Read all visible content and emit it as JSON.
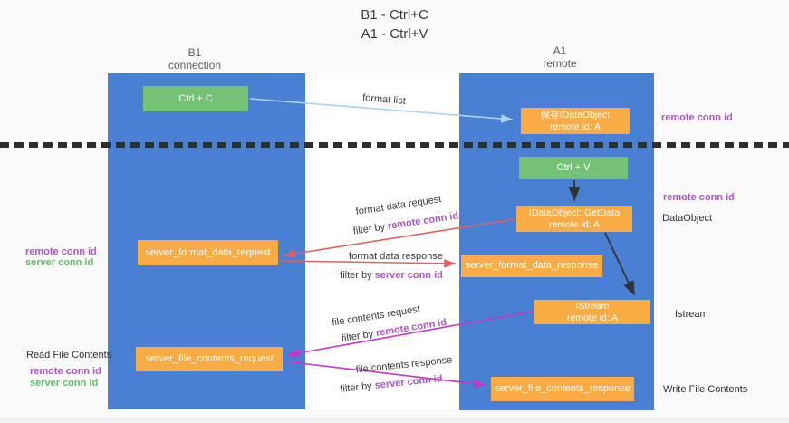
{
  "title": {
    "line1": "B1 - Ctrl+C",
    "line2": "A1 - Ctrl+V"
  },
  "columns": {
    "left": {
      "name": "B1",
      "subtitle": "connection"
    },
    "right": {
      "name": "A1",
      "subtitle": "remote"
    }
  },
  "boxes": {
    "ctrl_c": "Ctrl + C",
    "ctrl_v": "Ctrl + V",
    "save_idataobject": {
      "line1": "保存IDataObject",
      "line2": "remote id: A"
    },
    "getdata": {
      "line1": "IDataObject::GetData",
      "line2": "remote id: A"
    },
    "istream": {
      "line1": "IStream",
      "line2": "remote id: A"
    },
    "server_format_data_request": "server_format_data_request",
    "server_format_data_response": "server_format_data_response",
    "server_file_contents_request": "server_file_contents_request",
    "server_file_contents_response": "server_file_contents_response"
  },
  "flow_labels": {
    "format_list": "format list",
    "format_data_request": "format data request",
    "format_data_response": "format data response",
    "file_contents_request": "file contents request",
    "file_contents_response": "file contents response",
    "filter_by": "filter by ",
    "remote_conn_id": "remote conn id",
    "server_conn_id": "server conn id"
  },
  "side_labels": {
    "remote_conn_id": "remote conn id",
    "server_conn_id": "server conn id",
    "dataobject": "DataObject",
    "istream": "Istream",
    "read_file_contents": "Read File Contents",
    "write_file_contents": "Write File Contents"
  },
  "colors": {
    "lifeline_blue": "#4a80d4",
    "box_green": "#74c276",
    "box_orange": "#f9ac43",
    "arrow_red": "#df6060",
    "arrow_magenta": "#c238c2",
    "arrow_light_blue": "#a9d4f2",
    "arrow_black": "#333333",
    "text_purple": "#aa55c6",
    "text_green": "#62bc6a"
  }
}
